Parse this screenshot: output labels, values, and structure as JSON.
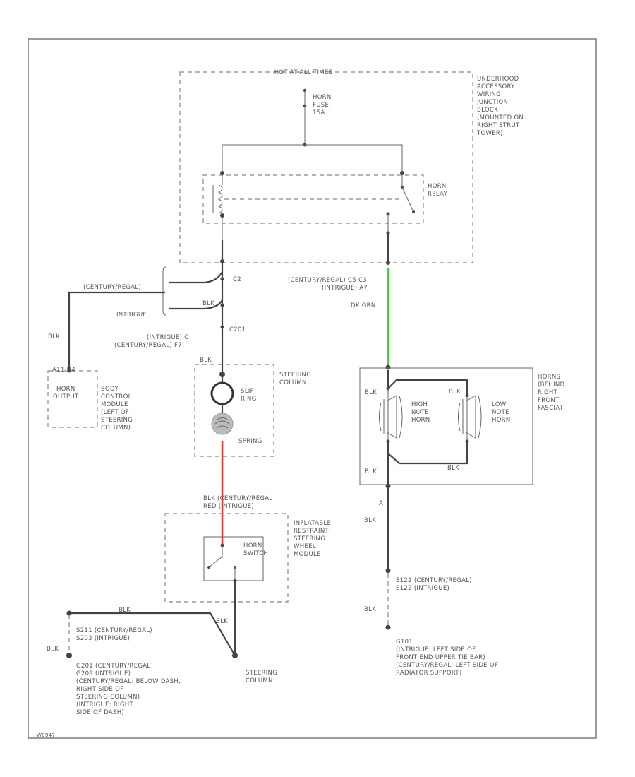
{
  "labels": {
    "hot_at_all_times": "HOT AT ALL TIMES",
    "horn_fuse": [
      "HORN",
      "FUSE",
      "15A"
    ],
    "underhood_block": [
      "UNDERHOOD",
      "ACCESSORY",
      "WIRING",
      "JUNCTION",
      "BLOCK",
      "(MOUNTED ON",
      "RIGHT STRUT",
      "TOWER)"
    ],
    "horn_relay": [
      "HORN",
      "RELAY"
    ],
    "century_regal": "(CENTURY/REGAL)",
    "intrigue": "INTRIGUE",
    "c2": "C2",
    "blk_c2": "BLK",
    "c201": "C201",
    "intrigue_c": "(INTRIGUE) C",
    "century_regal_f7": "(CENTURY/REGAL) F7",
    "blk_left": "BLK",
    "bcm_pin": "A11  D4",
    "horn_output": [
      "HORN",
      "OUTPUT"
    ],
    "bcm": [
      "BODY",
      "CONTROL",
      "MODULE",
      "(LEFT OF",
      "STEERING",
      "COLUMN)"
    ],
    "blk_top_sc": "BLK",
    "steering_column_top": [
      "STEERING",
      "COLUMN"
    ],
    "slip_ring": [
      "SLIP",
      "RING"
    ],
    "spring": "SPRING",
    "blk_century_regal": "BLK (CENTURY/REGAL",
    "red_intrigue": "RED (INTRIGUE)",
    "horn_switch": [
      "HORN",
      "SWITCH"
    ],
    "srs_module": [
      "INFLATABLE",
      "RESTRAINT",
      "STEERING",
      "WHEEL",
      "MODULE"
    ],
    "c3_label": [
      "(CENTURY/REGAL) C5  C3",
      "(INTRIGUE) A7"
    ],
    "dk_grn": "DK GRN",
    "blk_horn1": "BLK",
    "blk_horn2": "BLK",
    "high_note_horn": [
      "HIGH",
      "NOTE",
      "HORN"
    ],
    "low_note_horn": [
      "LOW",
      "NOTE",
      "HORN"
    ],
    "blk_low": "BLK",
    "horns": [
      "HORNS",
      "(BEHIND",
      "RIGHT",
      "FRONT",
      "FASCIA)"
    ],
    "blk_bottom_horn": "BLK",
    "a_pin": "A",
    "blk_mid": "BLK",
    "s122": [
      "S122  (CENTURY/REGAL)",
      "S122  (INTRIGUE)"
    ],
    "blk_lower": "BLK",
    "g101": [
      "G101",
      "(INTRIGUE: LEFT SIDE OF",
      "FRONT END UPPER TIE BAR)",
      "(CENTURY/REGAL: LEFT SIDE OF",
      "RADIATOR SUPPORT)"
    ],
    "blk_top_left": "BLK",
    "s211": [
      "S211  (CENTURY/REGAL)",
      "S203  (INTRIGUE)"
    ],
    "blk_s211": "BLK",
    "blk_g201": "BLK",
    "g201": [
      "G201   (CENTURY/REGAL)",
      "G209  (INTRIGUE)",
      "(CENTURY/REGAL: BELOW DASH,",
      "RIGHT SIDE OF",
      "STEERING COLUMN)",
      "(INTRIGUE: RIGHT",
      "SIDE OF DASH)"
    ],
    "steering_column_bottom": [
      "STEERING",
      "COLUMN"
    ],
    "footer_id": "W0947"
  },
  "colors": {
    "wire": "#444444",
    "red_wire": "#ff3030",
    "green_wire": "#33dd33",
    "border": "#666666"
  }
}
